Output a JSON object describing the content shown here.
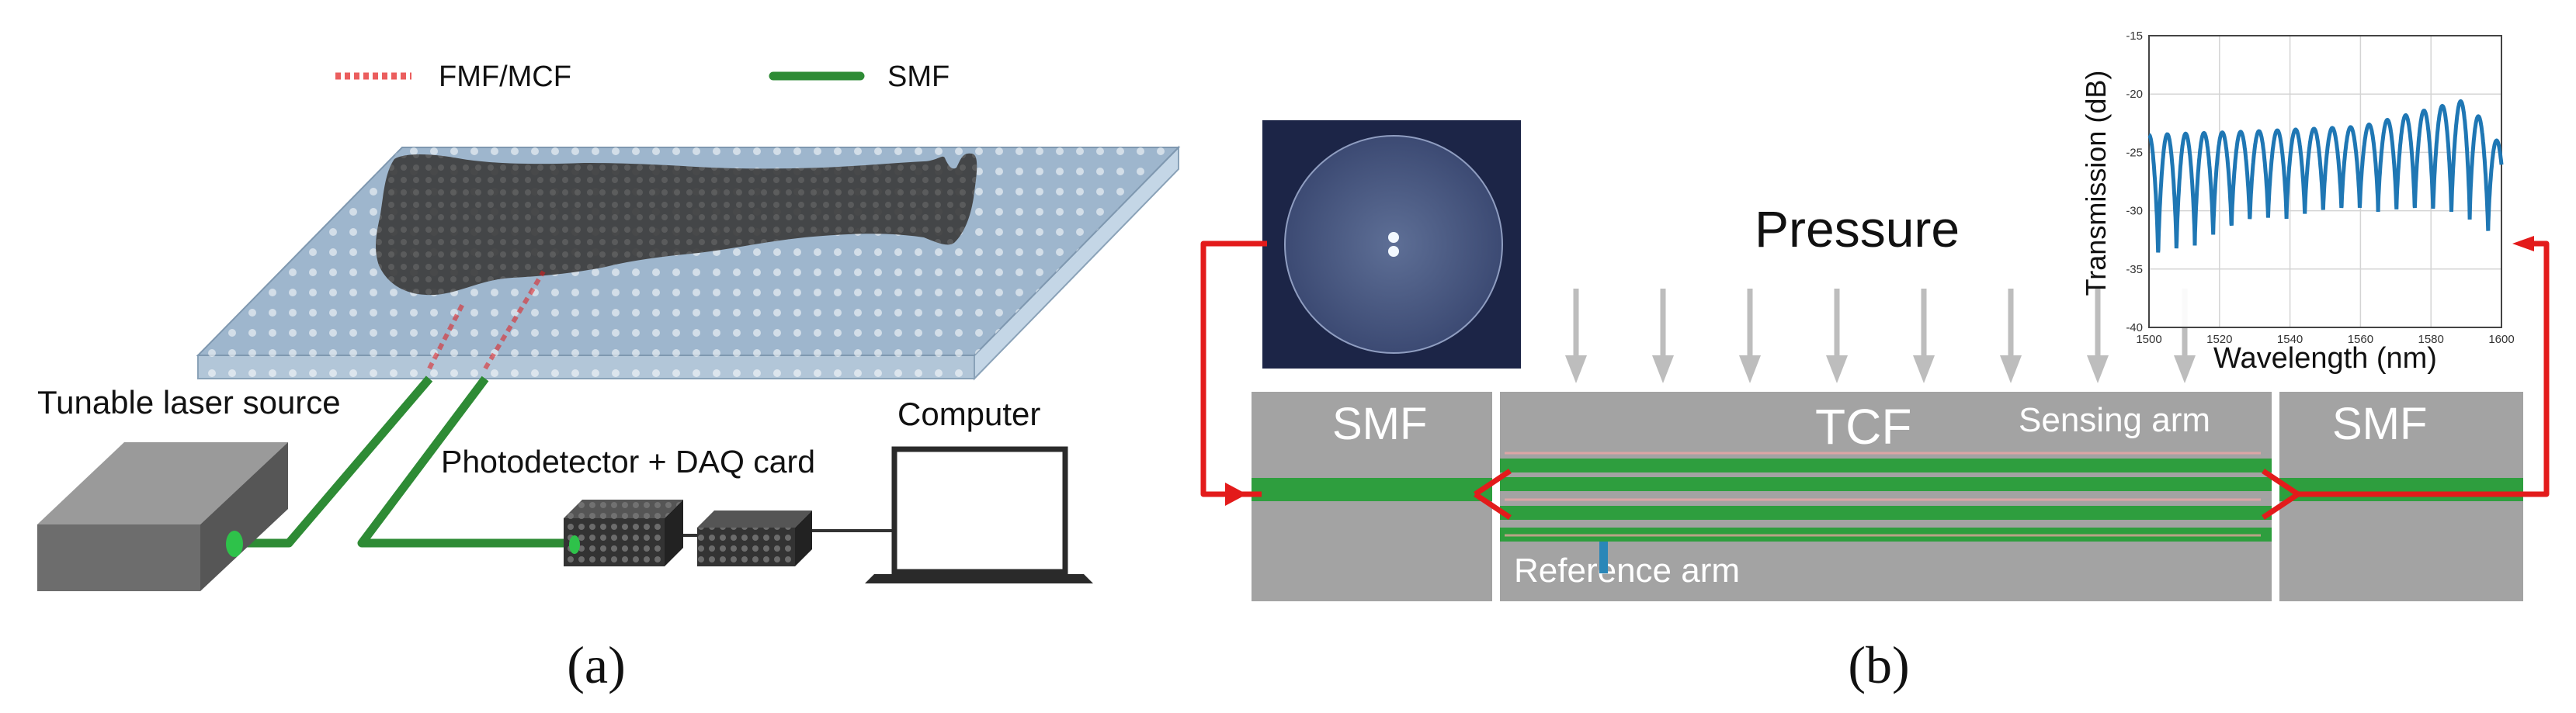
{
  "panel_a": {
    "legend_fmf": "FMF/MCF",
    "legend_smf": "SMF",
    "laser_label": "Tunable laser source",
    "detector_label": "Photodetector + DAQ card",
    "computer_label": "Computer",
    "caption": "(a)"
  },
  "panel_b": {
    "pressure_label": "Pressure",
    "smf_left": "SMF",
    "tcf_label": "TCF",
    "sensing_arm": "Sensing arm",
    "smf_right": "SMF",
    "reference_arm": "Reference arm",
    "caption": "(b)"
  },
  "colors": {
    "fiber_green": "#2e9e3e",
    "signal_red": "#e31b1b",
    "fiber_gray": "#a3a3a3",
    "spectrum_blue": "#1f77b4"
  },
  "chart_data": {
    "type": "line",
    "xlabel": "Wavelength (nm)",
    "ylabel": "Transmission (dB)",
    "xlim": [
      1500,
      1600
    ],
    "ylim": [
      -40,
      -15
    ],
    "xticks": [
      "1500",
      "1520",
      "1540",
      "1560",
      "1580",
      "1600"
    ],
    "yticks": [
      "-15",
      "-20",
      "-25",
      "-30",
      "-35",
      "-40"
    ],
    "grid": true,
    "series": [
      {
        "fringe_period_nm": 5.2,
        "x_start": 1500,
        "x_end": 1600,
        "upper_envelope": [
          [
            1500,
            -23.5
          ],
          [
            1530,
            -23.2
          ],
          [
            1560,
            -22.8
          ],
          [
            1590,
            -20.5
          ],
          [
            1600,
            -24.5
          ]
        ],
        "lower_envelope": [
          [
            1500,
            -34.5
          ],
          [
            1530,
            -31.0
          ],
          [
            1560,
            -30.0
          ],
          [
            1590,
            -30.5
          ],
          [
            1600,
            -33.0
          ]
        ]
      }
    ]
  }
}
